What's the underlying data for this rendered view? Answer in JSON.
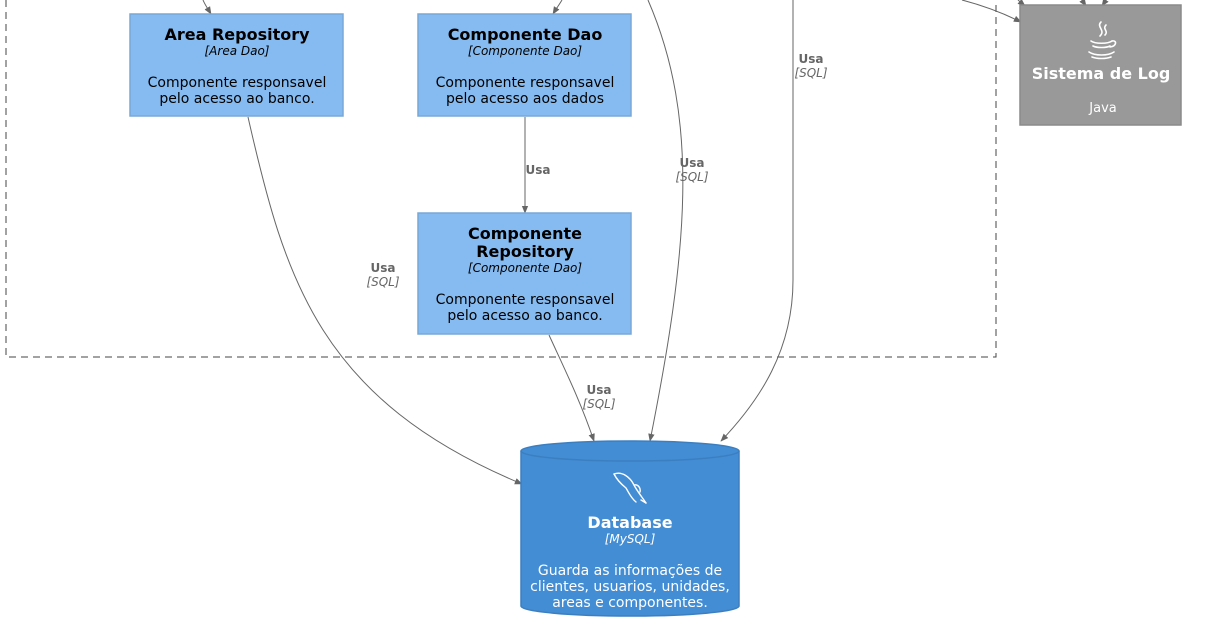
{
  "components": {
    "area_repository": {
      "name": "Area Repository",
      "tech": "[Area Dao]",
      "desc_lines": [
        "Componente responsavel",
        "pelo acesso ao banco."
      ]
    },
    "componente_dao": {
      "name": "Componente Dao",
      "tech": "[Componente Dao]",
      "desc_lines": [
        "Componente responsavel",
        "pelo acesso aos dados"
      ]
    },
    "componente_repository": {
      "name_lines": [
        "Componente",
        "Repository"
      ],
      "tech": "[Componente Dao]",
      "desc_lines": [
        "Componente responsavel",
        "pelo acesso ao banco."
      ]
    }
  },
  "external": {
    "sistema_log": {
      "name": "Sistema de Log",
      "tech": "Java"
    }
  },
  "database": {
    "name": "Database",
    "tech": "[MySQL]",
    "desc_lines": [
      "Guarda as informações de",
      "clientes, usuarios, unidades,",
      "areas e componentes."
    ]
  },
  "relations": {
    "dao_to_repo": {
      "label": "Usa"
    },
    "area_repo_db": {
      "label": "Usa",
      "tech": "[SQL]"
    },
    "comp_repo_db": {
      "label": "Usa",
      "tech": "[SQL]"
    },
    "mid_to_db": {
      "label": "Usa",
      "tech": "[SQL]"
    },
    "right_to_db": {
      "label": "Usa",
      "tech": "[SQL]"
    }
  },
  "colors": {
    "component_fill": "#85bbf0",
    "component_stroke": "#78a8d8",
    "external_fill": "#999999",
    "external_stroke": "#8a8a8a",
    "database_fill": "#438dd5",
    "database_stroke": "#3c7fc0",
    "edge": "#666666",
    "boundary": "#444444"
  }
}
